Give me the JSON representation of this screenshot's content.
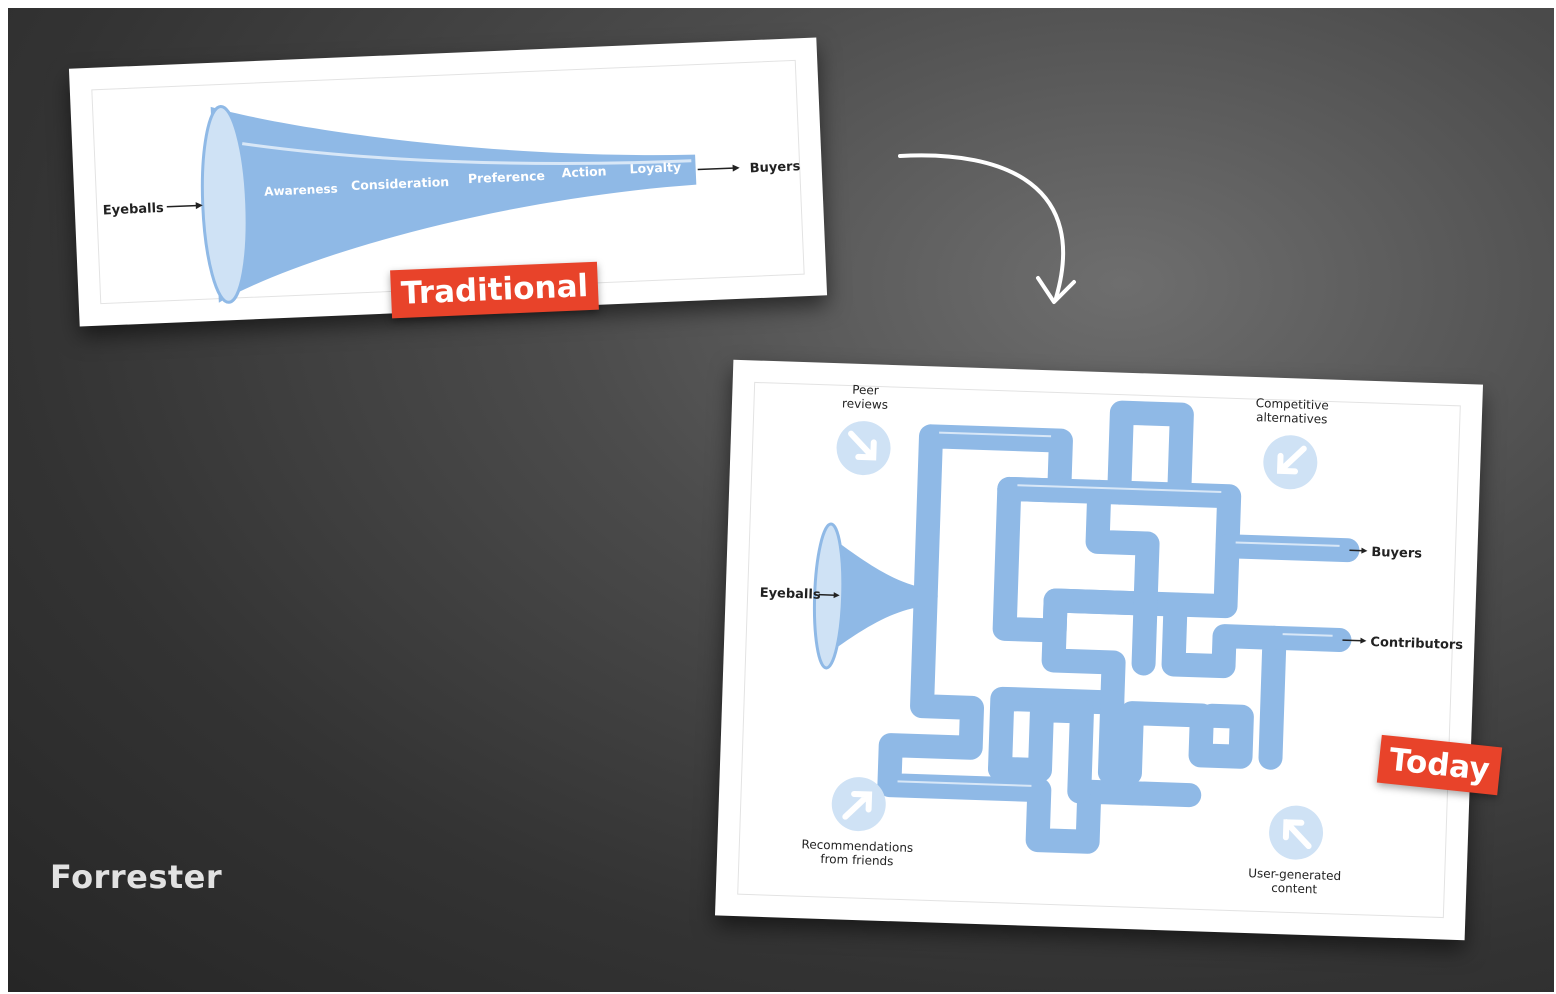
{
  "brand": "Forrester",
  "traditional": {
    "tag": "Traditional",
    "input_label": "Eyeballs",
    "output_label": "Buyers",
    "stages": [
      "Awareness",
      "Consideration",
      "Preference",
      "Action",
      "Loyalty"
    ]
  },
  "today": {
    "tag": "Today",
    "input_label": "Eyeballs",
    "outputs": [
      "Buyers",
      "Contributors"
    ],
    "influences": {
      "peer_reviews_1": "Peer",
      "peer_reviews_2": "reviews",
      "competitive_1": "Competitive",
      "competitive_2": "alternatives",
      "recommendations_1": "Recommendations",
      "recommendations_2": "from friends",
      "user_generated_1": "User-generated",
      "user_generated_2": "content"
    }
  },
  "colors": {
    "accent": "#e8432a",
    "funnel_blue": "#8fb9e6",
    "funnel_light": "#cfe2f5",
    "background": "#3f3f3f"
  }
}
